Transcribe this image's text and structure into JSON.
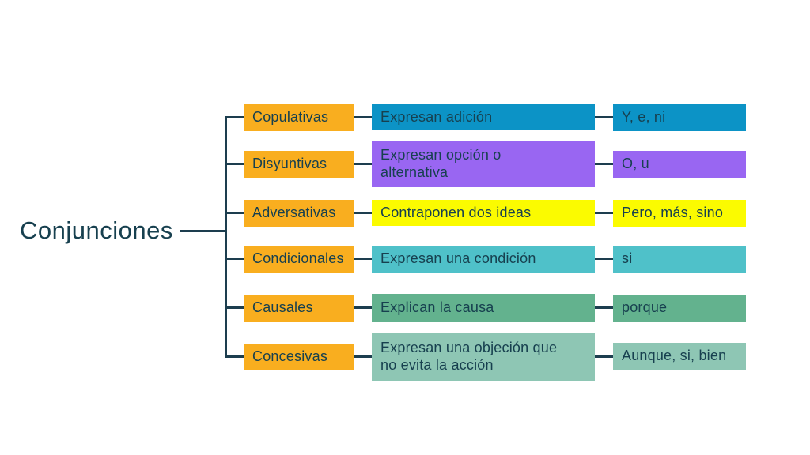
{
  "title": "Conjunciones",
  "colors": {
    "category": "#F9AE1F",
    "line": "#1D3E4F",
    "text": "#17404F",
    "row1": "#0C93C6",
    "row2": "#9966F2",
    "row3": "#FBFB00",
    "row4": "#4FC1C9",
    "row5": "#63B28E",
    "row6": "#8EC6B4"
  },
  "rows": [
    {
      "category": "Copulativas",
      "desc_lines": [
        "Expresan adición"
      ],
      "examples": "Y, e, ni",
      "color": "#0C93C6"
    },
    {
      "category": "Disyuntivas",
      "desc_lines": [
        "Expresan opción o",
        "alternativa"
      ],
      "examples": "O, u",
      "color": "#9966F2"
    },
    {
      "category": "Adversativas",
      "desc_lines": [
        "Contraponen dos ideas"
      ],
      "examples": "Pero, más, sino",
      "color": "#FBFB00"
    },
    {
      "category": "Condicionales",
      "desc_lines": [
        "Expresan una condición"
      ],
      "examples": "si",
      "color": "#4FC1C9"
    },
    {
      "category": "Causales",
      "desc_lines": [
        "Explican la causa"
      ],
      "examples": "porque",
      "color": "#63B28E"
    },
    {
      "category": "Concesivas",
      "desc_lines": [
        "Expresan una objeción  que",
        "no evita la acción"
      ],
      "examples": "Aunque, si, bien",
      "color": "#8EC6B4"
    }
  ]
}
